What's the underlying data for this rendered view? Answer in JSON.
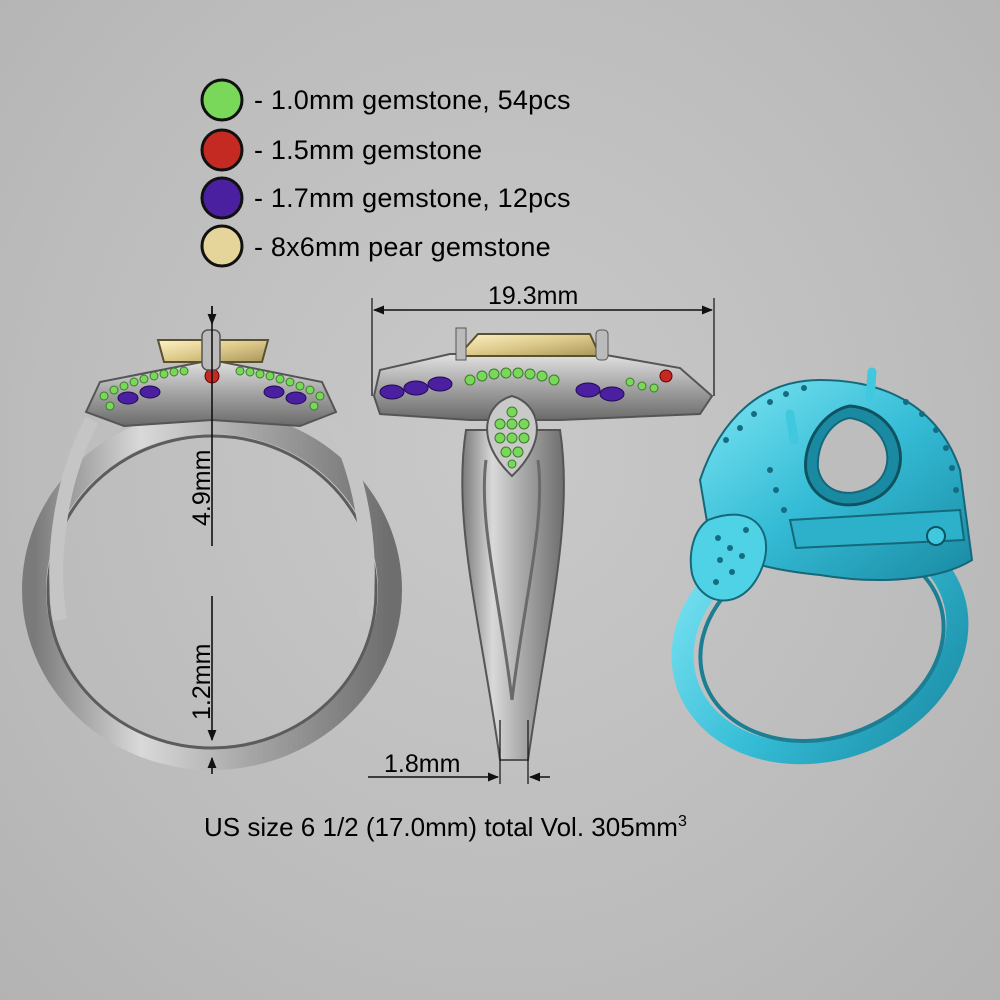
{
  "legend": [
    {
      "swatch_color": "#79d85a",
      "text": "- 1.0mm gemstone, 54pcs"
    },
    {
      "swatch_color": "#c42a22",
      "text": "- 1.5mm gemstone"
    },
    {
      "swatch_color": "#4a1fa0",
      "text": "- 1.7mm gemstone, 12pcs"
    },
    {
      "swatch_color": "#e6d59a",
      "text": "- 8x6mm pear gemstone"
    }
  ],
  "dimensions": {
    "width": "19.3mm",
    "head_height": "4.9mm",
    "band_thickness": "1.2mm",
    "band_width": "1.8mm"
  },
  "caption": {
    "text": "US size 6 1/2 (17.0mm) total Vol. 305mm",
    "superscript": "3"
  },
  "colors": {
    "metal_gray": "#a9a9a9",
    "render_cyan": "#3fc8de",
    "green_stone": "#79d85a",
    "red_stone": "#c42a22",
    "purple_stone": "#4a1fa0",
    "pear_stone": "#e6d59a"
  }
}
